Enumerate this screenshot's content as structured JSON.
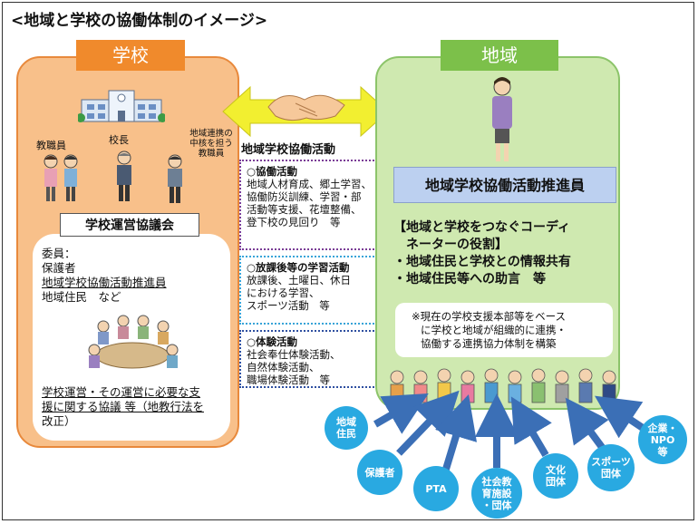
{
  "title": "<地域と学校の協働体制のイメージ>",
  "school": {
    "header": "学校",
    "staff": [
      "教職員",
      "校長"
    ],
    "liaison_lines": [
      "地域連携の",
      "中核を担う",
      "教職員"
    ],
    "council": "学校運営協議会",
    "committee_lines": [
      "委員：",
      "保護者",
      "地域学校協働活動推進員",
      "地域住民　など"
    ],
    "bottom_lines": [
      "学校運営・その運営に必要な支",
      "援に関する協議 等（地教行法を",
      "改正）"
    ]
  },
  "activity": {
    "heading": "地域学校協働活動",
    "boxes": [
      {
        "title": "○協働活動",
        "lines": [
          "地域人材育成、郷土学習、",
          "協働防災訓練、学習・部",
          "活動等支援、花壇整備、",
          "登下校の見回り　等"
        ]
      },
      {
        "title": "○放課後等の学習活動",
        "lines": [
          "放課後、土曜日、休日",
          "における学習、",
          "スポーツ活動　等"
        ]
      },
      {
        "title": "○体験活動",
        "lines": [
          "社会奉仕体験活動、",
          "自然体験活動、",
          "職場体験活動　等"
        ]
      }
    ]
  },
  "region": {
    "header": "地域",
    "coordinator": "地域学校協働活動推進員",
    "role_lines": [
      "【地域と学校をつなぐコーディ",
      "　ネーターの役割】",
      "・地域住民と学校との情報共有",
      "・地域住民等への助言　等"
    ],
    "note_lines": [
      "※現在の学校支援本部等をベース",
      "に学校と地域が組織的に連携・",
      "協働する連携協力体制を構築"
    ]
  },
  "groups": [
    {
      "lines": [
        "地域",
        "住民"
      ]
    },
    {
      "lines": [
        "保護者"
      ]
    },
    {
      "lines": [
        "PTA"
      ]
    },
    {
      "lines": [
        "社会教",
        "育施設",
        "・団体"
      ]
    },
    {
      "lines": [
        "文化",
        "団体"
      ]
    },
    {
      "lines": [
        "スポーツ",
        "団体"
      ]
    },
    {
      "lines": [
        "企業・",
        "NPO",
        "等"
      ]
    }
  ],
  "colors": {
    "school_bg": "#f8c08a",
    "school_accent": "#f08a2c",
    "region_bg": "#cfe9b0",
    "region_accent": "#7cc04a",
    "coordinator_bg": "#bcd0f0",
    "group_circle": "#29a9e1",
    "arrow": "#f2ef30"
  }
}
